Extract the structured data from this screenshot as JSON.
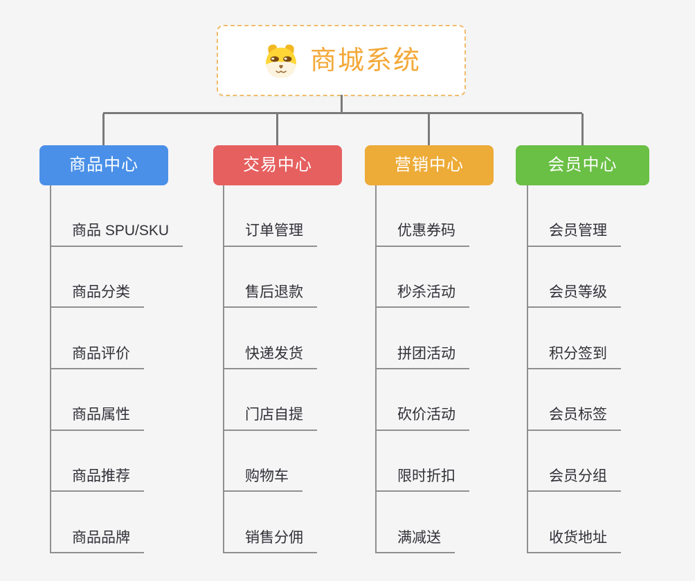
{
  "root": {
    "title": "商城系统",
    "icon": "dog-mascot-icon"
  },
  "branches": [
    {
      "label": "商品中心",
      "color": "#4a90e8",
      "items": [
        "商品 SPU/SKU",
        "商品分类",
        "商品评价",
        "商品属性",
        "商品推荐",
        "商品品牌"
      ]
    },
    {
      "label": "交易中心",
      "color": "#e66060",
      "items": [
        "订单管理",
        "售后退款",
        "快递发货",
        "门店自提",
        "购物车",
        "销售分佣"
      ]
    },
    {
      "label": "营销中心",
      "color": "#edab38",
      "items": [
        "优惠券码",
        "秒杀活动",
        "拼团活动",
        "砍价活动",
        "限时折扣",
        "满减送"
      ]
    },
    {
      "label": "会员中心",
      "color": "#6abf45",
      "items": [
        "会员管理",
        "会员等级",
        "积分签到",
        "会员标签",
        "会员分组",
        "收货地址"
      ]
    }
  ],
  "colors": {
    "background": "#f5f5f6",
    "connector": "#7a7a7a",
    "leaf_line": "#8f8f8f",
    "leaf_text": "#303036",
    "root_border": "#f0bc6a",
    "root_text": "#f3a838"
  }
}
